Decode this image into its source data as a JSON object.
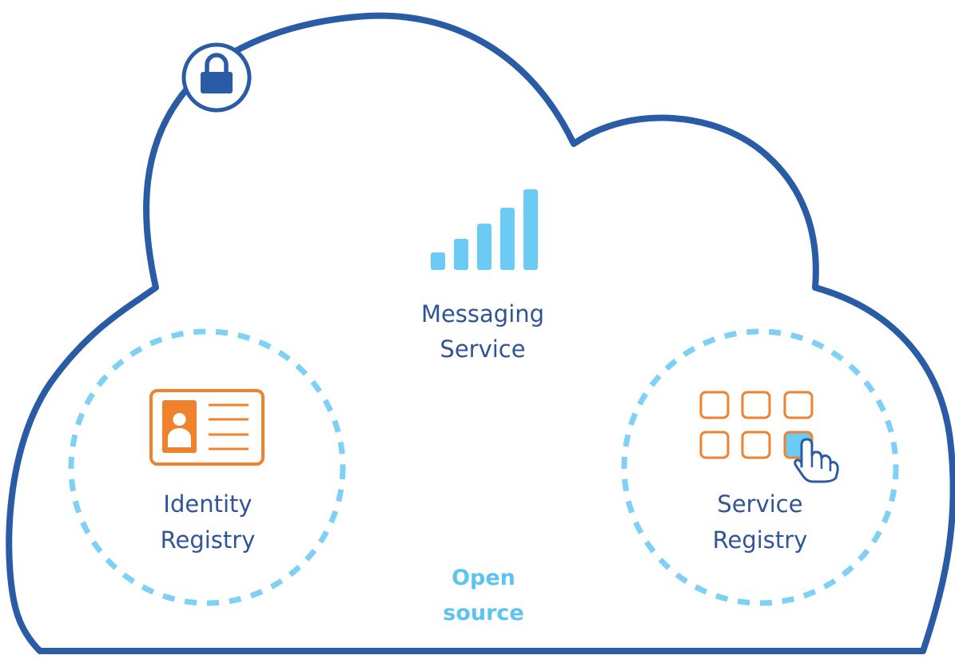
{
  "colors": {
    "cloud_outline": "#2A5CA5",
    "dashed_circle": "#7ED0F5",
    "signal_bars": "#6CCBF5",
    "orange": "#F0822E",
    "label_dark": "#2F5597",
    "label_light": "#5DC4EE",
    "lock_fill": "#2A5CA5"
  },
  "icons": {
    "lock": "lock-icon",
    "signal": "signal-bars-icon",
    "id_card": "id-card-icon",
    "grid": "app-grid-icon",
    "hand": "pointing-hand-icon"
  },
  "messaging": {
    "line1": "Messaging",
    "line2": "Service"
  },
  "identity": {
    "line1": "Identity",
    "line2": "Registry"
  },
  "service": {
    "line1": "Service",
    "line2": "Registry"
  },
  "open_source": {
    "line1": "Open",
    "line2": "source"
  }
}
